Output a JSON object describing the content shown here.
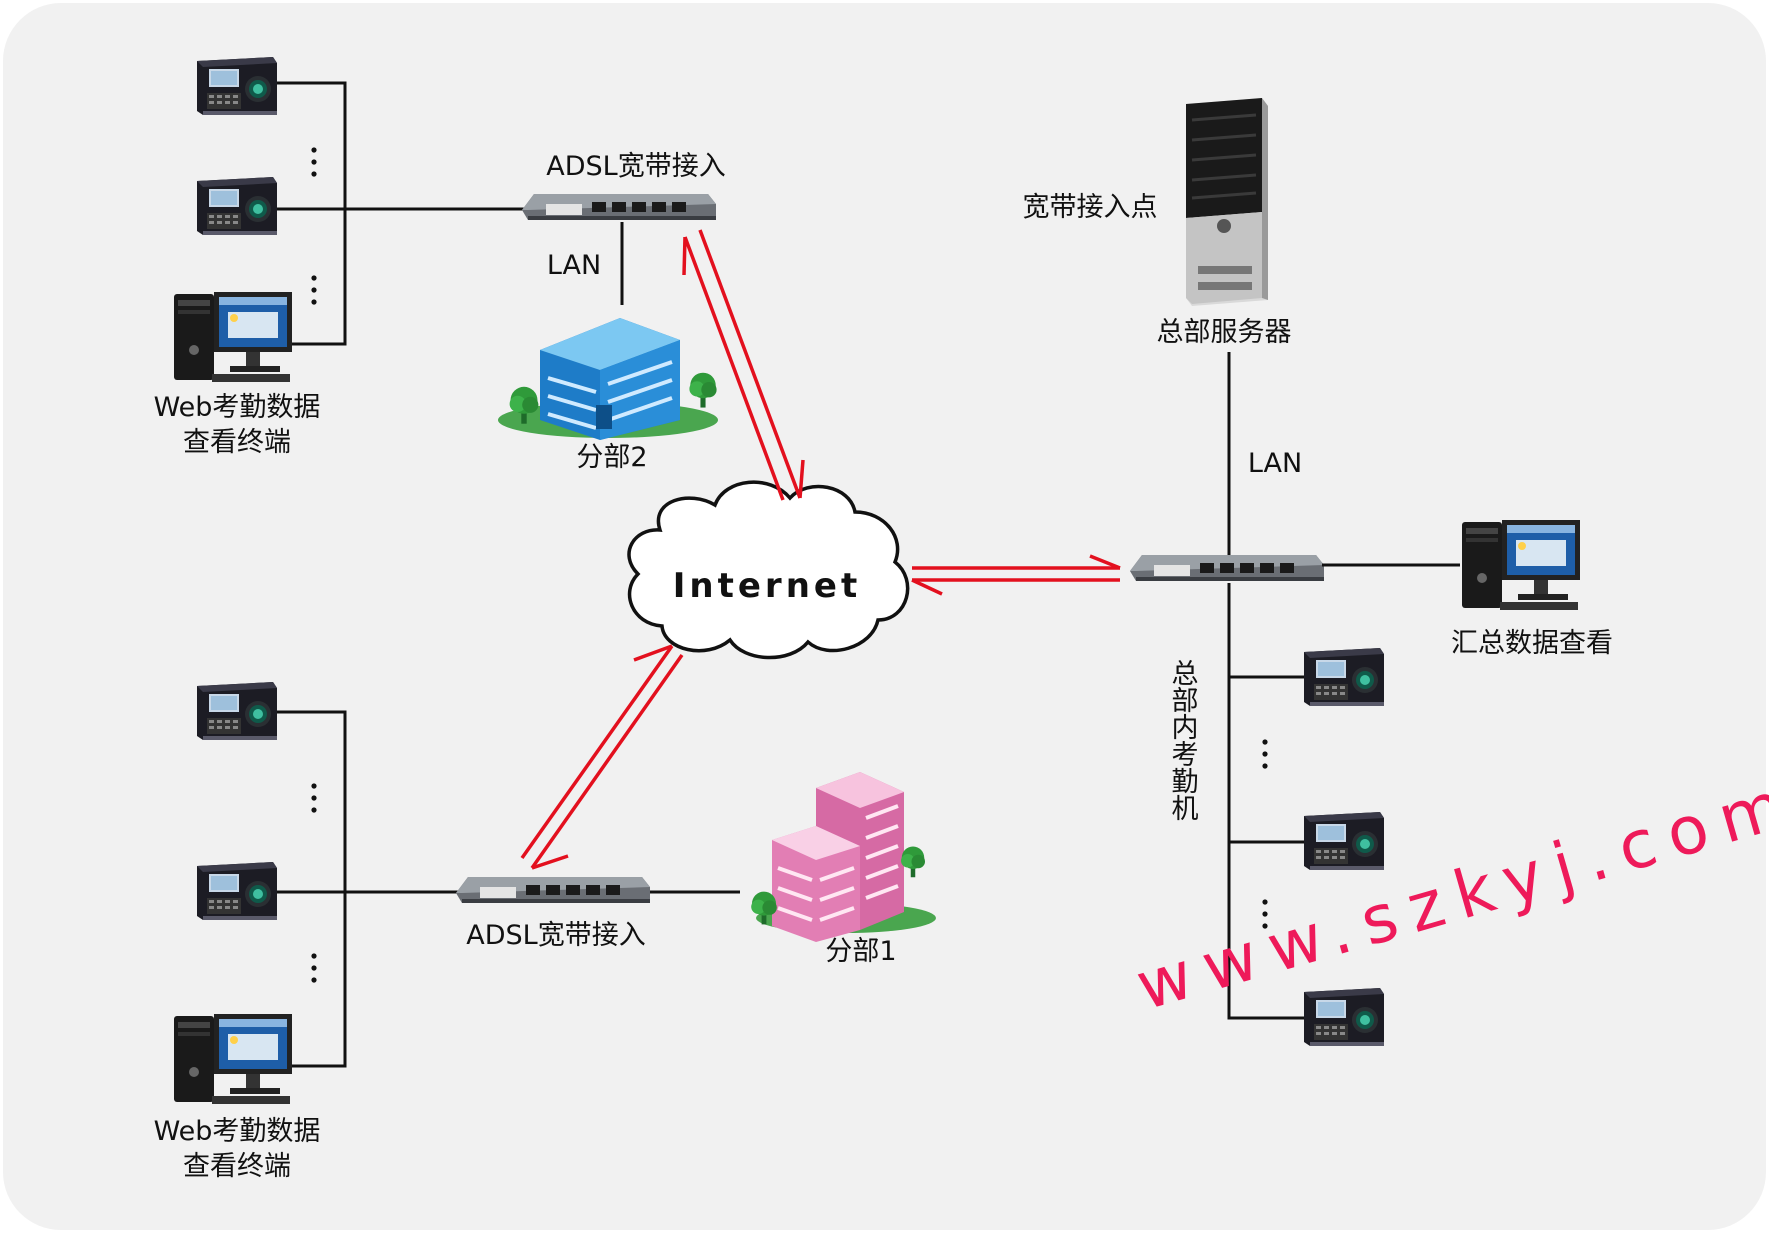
{
  "diagram": {
    "branch2": {
      "terminal_label_line1": "Web考勤数据",
      "terminal_label_line2": "查看终端",
      "adsl_label": "ADSL宽带接入",
      "lan_label": "LAN",
      "building_label": "分部2"
    },
    "branch1": {
      "terminal_label_line1": "Web考勤数据",
      "terminal_label_line2": "查看终端",
      "adsl_label": "ADSL宽带接入",
      "building_label": "分部1"
    },
    "internet": {
      "label": "Internet"
    },
    "hq": {
      "access_point_label": "宽带接入点",
      "server_label": "总部服务器",
      "lan_label": "LAN",
      "summary_label": "汇总数据查看",
      "attendance_label": "总部内考勤机"
    },
    "watermark": "www.szkyj.com",
    "colors": {
      "background": "#f1f1f1",
      "arrow": "#e3101e",
      "line": "#111111",
      "watermark": "#ee1a5a",
      "building2": "#3aa0e0",
      "building1": "#f08cc0"
    }
  }
}
